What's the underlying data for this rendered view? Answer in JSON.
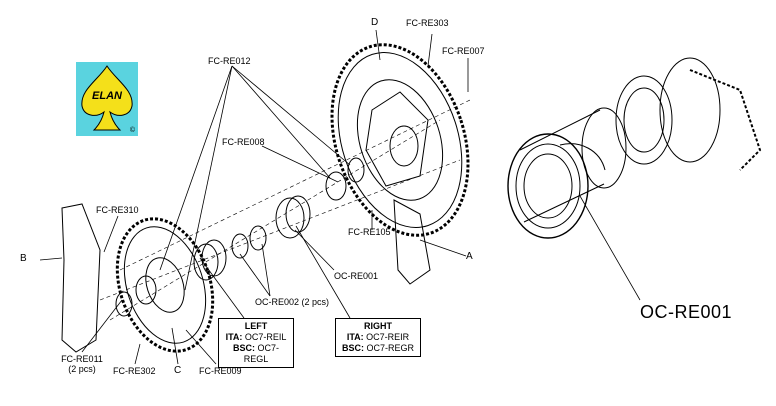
{
  "logo": {
    "text": "ELAN",
    "mark": "©",
    "bg": "#5ad3df",
    "spade": "#f4e01a"
  },
  "labels": {
    "d": "D",
    "fc_re303": "FC-RE303",
    "fc_re007": "FC-RE007",
    "fc_re012": "FC-RE012",
    "fc_re008": "FC-RE008",
    "fc_re310": "FC-RE310",
    "b": "B",
    "fc_re105": "FC-RE105",
    "a": "A",
    "oc_re001": "OC-RE001",
    "oc_re002": "OC-RE002 (2 pcs)",
    "fc_re011": "FC-RE011",
    "fc_re011_qty": "(2 pcs)",
    "fc_re302": "FC-RE302",
    "c": "C",
    "fc_re009": "FC-RE009",
    "oc_re001_large": "OC-RE001"
  },
  "left_box": {
    "title": "LEFT",
    "ita_label": "ITA:",
    "ita_value": "OC7-REIL",
    "bsc_label": "BSC:",
    "bsc_value": "OC7-REGL"
  },
  "right_box": {
    "title": "RIGHT",
    "ita_label": "ITA:",
    "ita_value": "OC7-REIR",
    "bsc_label": "BSC:",
    "bsc_value": "OC7-REGR"
  }
}
